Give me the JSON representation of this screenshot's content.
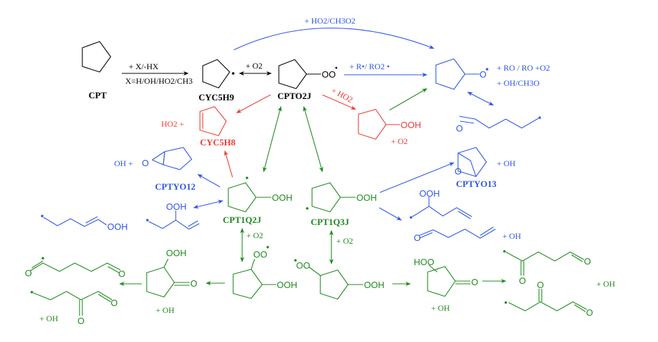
{
  "title": "Cyclopentane low-temperature oxidation reaction pathways",
  "colors": {
    "main": "#000000",
    "alkoxy_channel": "#2e55e8",
    "ho2_channel": "#ee3b33",
    "qooh_channel": "#1d8a1d"
  },
  "species": {
    "cpt": "CPT",
    "cyc5h9": "CYC5H9",
    "cpto2j": "CPTO2J",
    "cyc5h8": "CYC5H8",
    "cptyo12": "CPTYO12",
    "cptyo13": "CPTYO13",
    "cpt1q2j": "CPT1Q2J",
    "cpt1q3j": "CPT1Q3J"
  },
  "atoms": {
    "oo": "OO",
    "ooh": "OOH",
    "o": "O",
    "hoo": "HOO"
  },
  "reactions": {
    "abstraction_top": "+ X/-HX",
    "abstraction_bottom": "X=H/OH/HO2/CH3",
    "o2_addition": "+ O2",
    "ho2_ch3o2": "+ HO2/CH3O2",
    "r_ro2": "+ R•/ RO2 •",
    "ho2_add": "+ HO2",
    "ro_line1": "+ RO / RO +O2",
    "ro_line2": "+ OH/CH3O",
    "ho2_plus": "HO2  +",
    "oh_plus": "OH +",
    "plus_oh": "+ OH",
    "plus_o2": "+ O2"
  }
}
